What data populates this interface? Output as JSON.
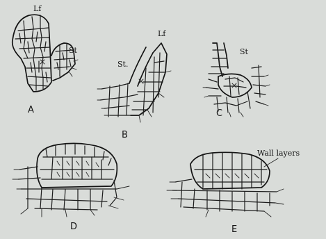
{
  "figure": {
    "panels": {
      "a": {
        "letter": "A",
        "leaf_label": "Lf",
        "stem_label": "St"
      },
      "b": {
        "letter": "B",
        "leaf_label": "Lf",
        "stem_label": "St."
      },
      "c": {
        "letter": "C",
        "stem_label": "St"
      },
      "d": {
        "letter": "D"
      },
      "e": {
        "letter": "E",
        "callout": "Wall layers"
      }
    }
  }
}
